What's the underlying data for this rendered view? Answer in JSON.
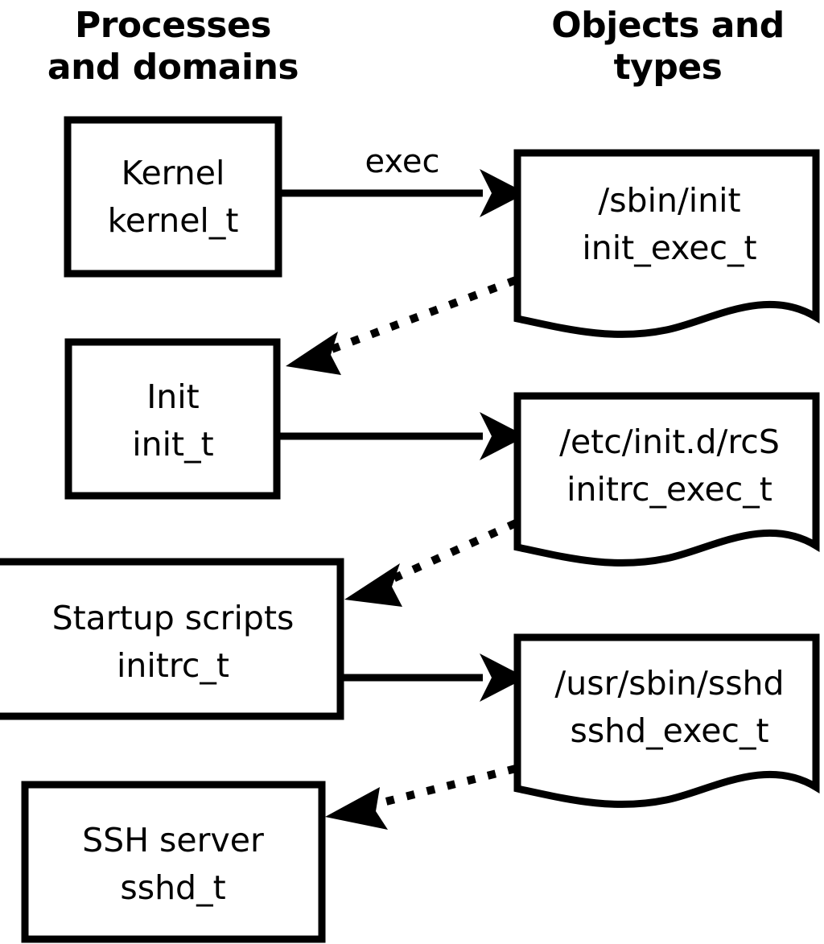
{
  "diagram": {
    "title_columns": {
      "left": "Processes\nand domains",
      "left_line1": "Processes",
      "left_line2": "and domains",
      "right_line1": "Objects and",
      "right_line2": "types"
    },
    "colors": {
      "background": "#ffffff",
      "stroke": "#000000",
      "text": "#000000"
    },
    "processes": [
      {
        "id": "kernel",
        "line1": "Kernel",
        "line2": "kernel_t"
      },
      {
        "id": "init",
        "line1": "Init",
        "line2": "init_t"
      },
      {
        "id": "initrc",
        "line1": "Startup scripts",
        "line2": "initrc_t"
      },
      {
        "id": "sshd",
        "line1": "SSH server",
        "line2": "sshd_t"
      }
    ],
    "objects": [
      {
        "id": "init_exec",
        "line1": "/sbin/init",
        "line2": "init_exec_t"
      },
      {
        "id": "initrc_exec",
        "line1": "/etc/init.d/rcS",
        "line2": "initrc_exec_t"
      },
      {
        "id": "sshd_exec",
        "line1": "/usr/sbin/sshd",
        "line2": "sshd_exec_t"
      }
    ],
    "edges": [
      {
        "id": "kernel-exec-init",
        "from": "kernel",
        "to": "init_exec",
        "label": "exec",
        "style": "solid"
      },
      {
        "id": "init_exec-transition-init",
        "from": "init_exec",
        "to": "init",
        "label": "",
        "style": "dotted"
      },
      {
        "id": "init-exec-initrc",
        "from": "init",
        "to": "initrc_exec",
        "label": "",
        "style": "solid"
      },
      {
        "id": "initrc_exec-transition-initrc",
        "from": "initrc_exec",
        "to": "initrc",
        "label": "",
        "style": "dotted"
      },
      {
        "id": "initrc-exec-sshd",
        "from": "initrc",
        "to": "sshd_exec",
        "label": "",
        "style": "solid"
      },
      {
        "id": "sshd_exec-transition-sshd",
        "from": "sshd_exec",
        "to": "sshd",
        "label": "",
        "style": "dotted"
      }
    ]
  }
}
